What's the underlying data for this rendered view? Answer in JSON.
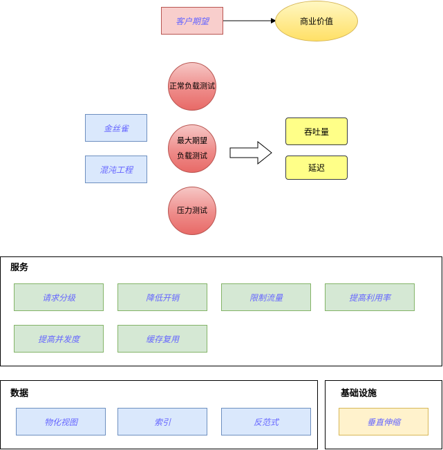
{
  "top": {
    "customer_expectation": "客户期望",
    "business_value": "商业价值"
  },
  "tests": {
    "normal_load": "正常负载测试",
    "max_expected_load_line1": "最大期望",
    "max_expected_load_line2": "负载测试",
    "stress": "压力测试"
  },
  "release": {
    "canary": "金丝雀",
    "chaos": "混沌工程"
  },
  "metrics": {
    "throughput": "吞吐量",
    "latency": "延迟"
  },
  "services": {
    "title": "服务",
    "items": [
      "请求分级",
      "降低开销",
      "限制流量",
      "提高利用率",
      "提高并发度",
      "缓存复用"
    ]
  },
  "data_group": {
    "title": "数据",
    "items": [
      "物化视图",
      "索引",
      "反范式"
    ]
  },
  "infra": {
    "title": "基础设施",
    "items": [
      "垂直伸缩"
    ]
  },
  "colors": {
    "red_fill": "#f8cecc",
    "blue_fill": "#dae8fc",
    "green_fill": "#d5e8d4",
    "yellow_fill": "#fff2cc",
    "italic_text": "#6666ff"
  }
}
